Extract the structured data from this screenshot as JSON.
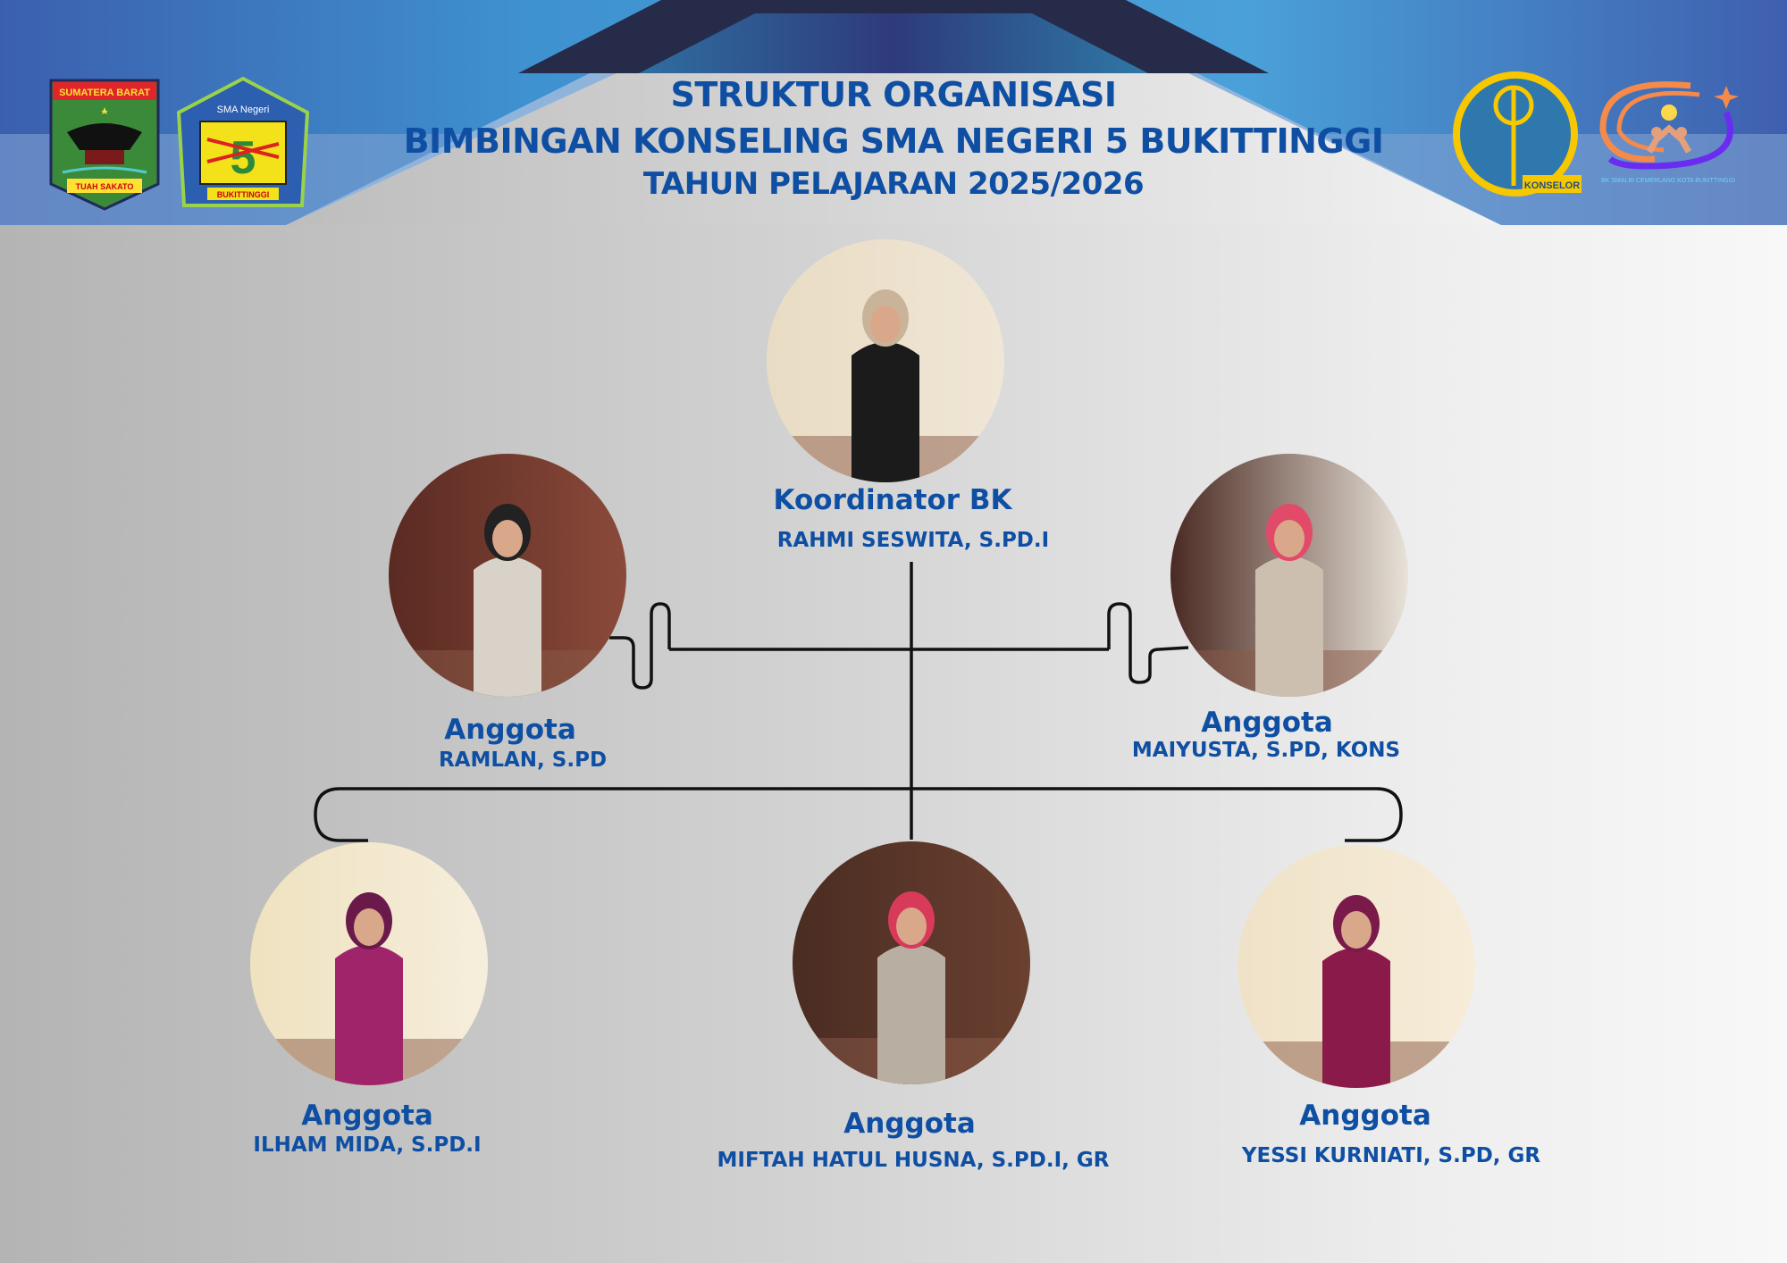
{
  "header": {
    "title_line1": "STRUKTUR ORGANISASI",
    "title_line2": "BIMBINGAN KONSELING SMA NEGERI 5 BUKITTINGGI",
    "title_line3": "TAHUN PELAJARAN 2025/2026"
  },
  "logos": {
    "province": {
      "top": "SUMATERA BARAT",
      "bottom": "TUAH SAKATO"
    },
    "school": {
      "top": "SMA Negeri",
      "bottom": "BUKITTINGGI"
    },
    "konselor": {
      "label": "KONSELOR"
    },
    "bk": {
      "label": "BK SMALBI CEMERLANG KOTA BUKITTINGGI"
    }
  },
  "members": {
    "coordinator": {
      "role": "Koordinator BK",
      "name": "RAHMI SESWITA, S.PD.I"
    },
    "left": {
      "role": "Anggota",
      "name": "RAMLAN, S.PD"
    },
    "right": {
      "role": "Anggota",
      "name": "MAIYUSTA, S.PD, KONS"
    },
    "bottom_left": {
      "role": "Anggota",
      "name": "ILHAM MIDA, S.PD.I"
    },
    "bottom_center": {
      "role": "Anggota",
      "name": "MIFTAH HATUL HUSNA, S.PD.I, GR"
    },
    "bottom_right": {
      "role": "Anggota",
      "name": "YESSI KURNIATI, S.PD, GR"
    }
  },
  "colors": {
    "text": "#0f4fa3",
    "header_blue": "#3f7fc4",
    "header_dark": "#262b4a"
  }
}
